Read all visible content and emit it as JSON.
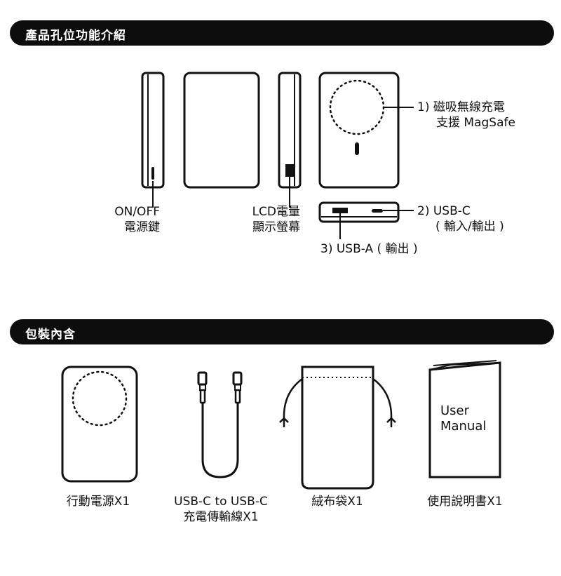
{
  "sections": {
    "ports_title": "產品孔位功能介紹",
    "package_title": "包裝內含"
  },
  "ports": {
    "magsafe_line1": "1) 磁吸無線充電",
    "magsafe_line2": "支援 MagSafe",
    "usbc_line1": "2) USB-C",
    "usbc_line2": "( 輸入/輸出 )",
    "usba": "3) USB-A ( 輸出 )",
    "onoff_line1": "ON/OFF",
    "onoff_line2": "電源鍵",
    "lcd_line1": "LCD電量",
    "lcd_line2": "顯示螢幕"
  },
  "package": {
    "powerbank": "行動電源X1",
    "cable_line1": "USB-C to USB-C",
    "cable_line2": "充電傳輸線X1",
    "pouch": "絨布袋X1",
    "manual": "使用說明書X1",
    "manual_cover_line1": "User",
    "manual_cover_line2": "Manual"
  },
  "colors": {
    "outline": "#111111",
    "banner": "#0d0d0d",
    "banner_text": "#ffffff"
  }
}
